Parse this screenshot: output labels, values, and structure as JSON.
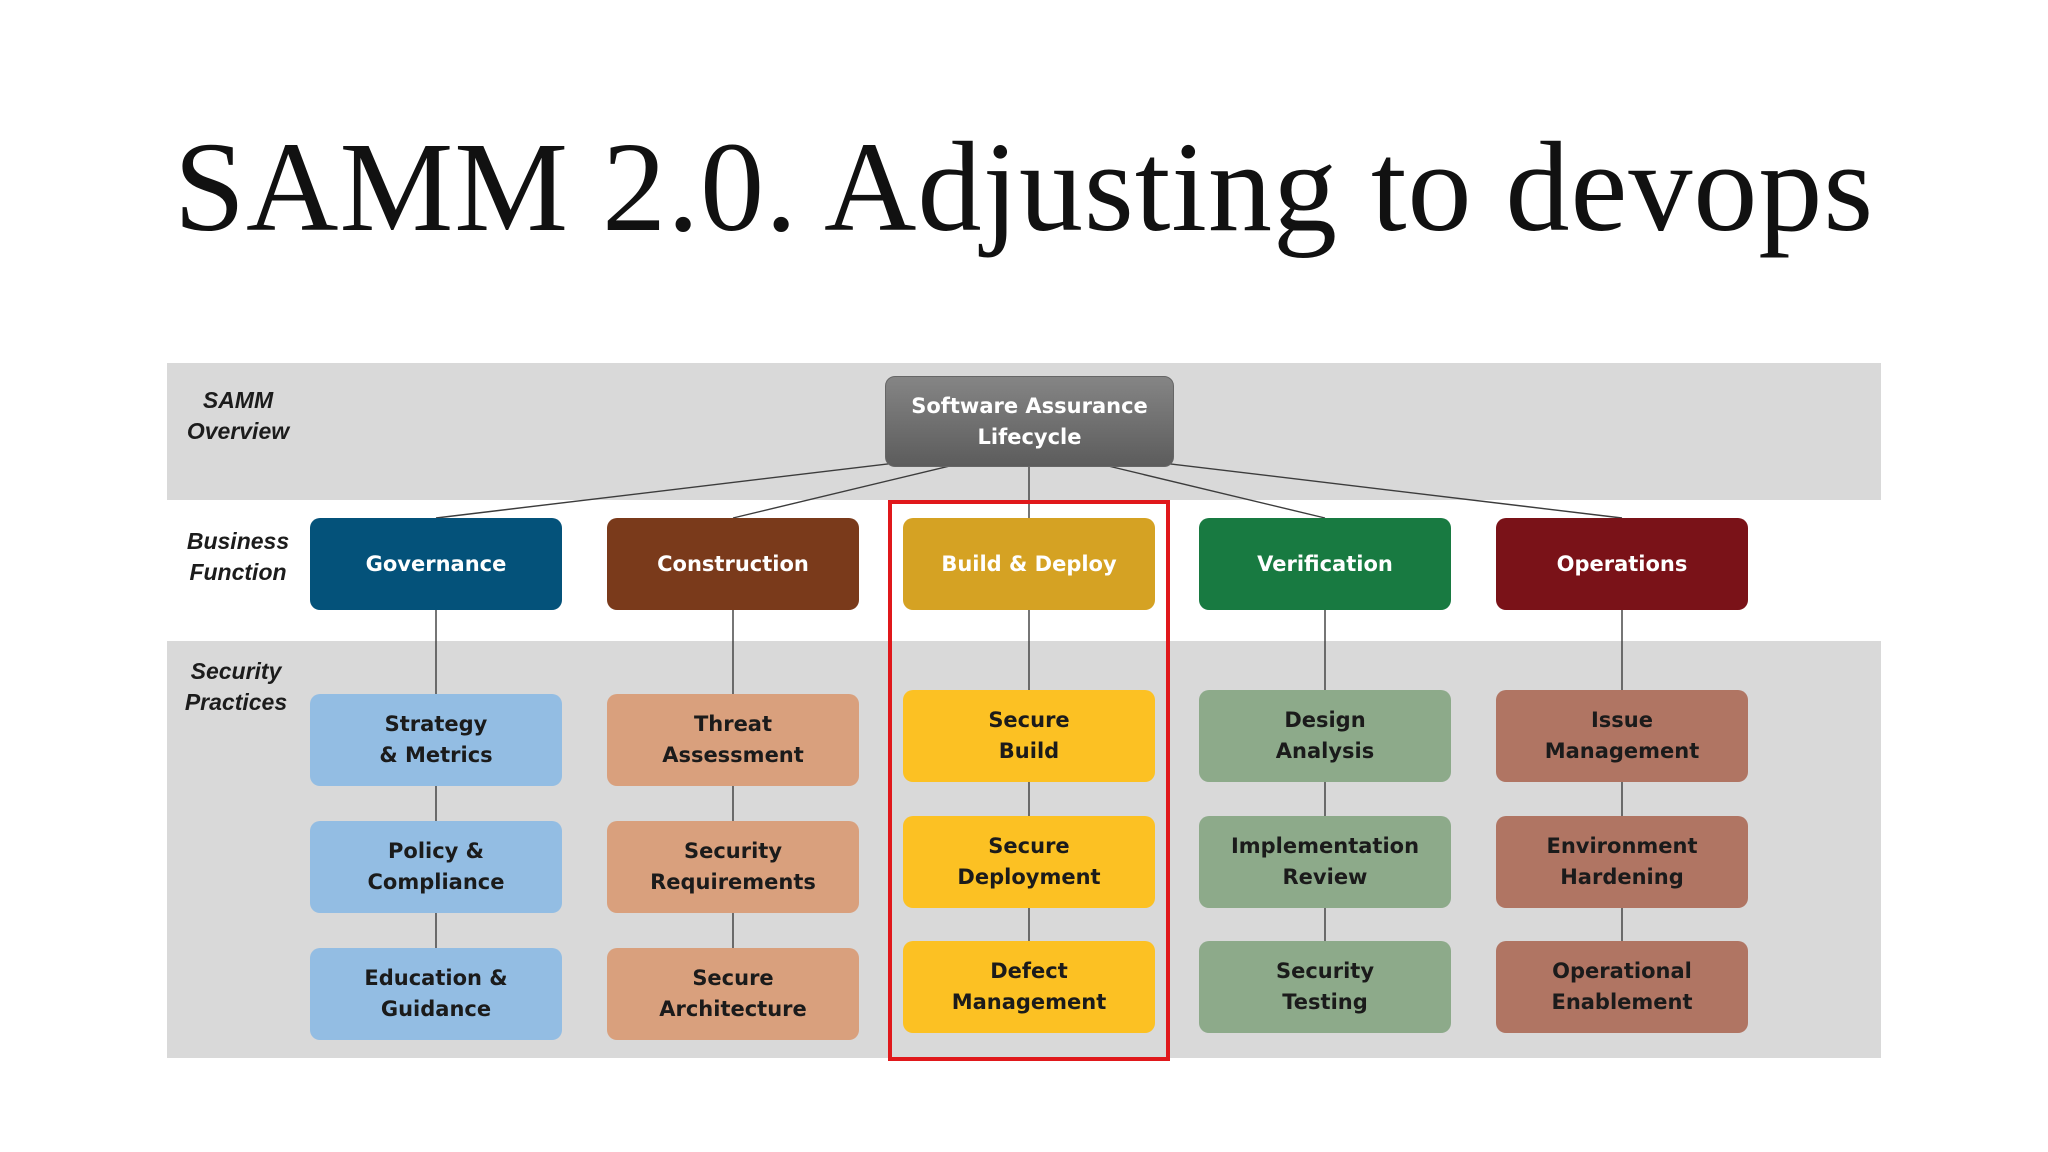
{
  "title": "SAMM 2.0. Adjusting to devops",
  "row_labels": {
    "overview": [
      "SAMM",
      "Overview"
    ],
    "business_function": [
      "Business",
      "Function"
    ],
    "security_practices": [
      "Security",
      "Practices"
    ]
  },
  "root": [
    "Software Assurance",
    "Lifecycle"
  ],
  "highlighted_function": "Build & Deploy",
  "highlight_color": "#e0181b",
  "functions": [
    {
      "label": "Governance",
      "color": "#04527a",
      "practice_color": "#93bde3",
      "practices": [
        [
          "Strategy",
          "& Metrics"
        ],
        [
          "Policy &",
          "Compliance"
        ],
        [
          "Education &",
          "Guidance"
        ]
      ]
    },
    {
      "label": "Construction",
      "color": "#7a3a1b",
      "practice_color": "#d9a07d",
      "practices": [
        [
          "Threat",
          "Assessment"
        ],
        [
          "Security",
          "Requirements"
        ],
        [
          "Secure",
          "Architecture"
        ]
      ]
    },
    {
      "label": "Build & Deploy",
      "color": "#d5a223",
      "practice_color": "#fcc123",
      "practices": [
        [
          "Secure",
          "Build"
        ],
        [
          "Secure",
          "Deployment"
        ],
        [
          "Defect",
          "Management"
        ]
      ]
    },
    {
      "label": "Verification",
      "color": "#187a41",
      "practice_color": "#8daa8a",
      "practices": [
        [
          "Design",
          "Analysis"
        ],
        [
          "Implementation",
          "Review"
        ],
        [
          "Security",
          "Testing"
        ]
      ]
    },
    {
      "label": "Operations",
      "color": "#7a1218",
      "practice_color": "#b07563",
      "practices": [
        [
          "Issue",
          "Management"
        ],
        [
          "Environment",
          "Hardening"
        ],
        [
          "Operational",
          "Enablement"
        ]
      ]
    }
  ]
}
